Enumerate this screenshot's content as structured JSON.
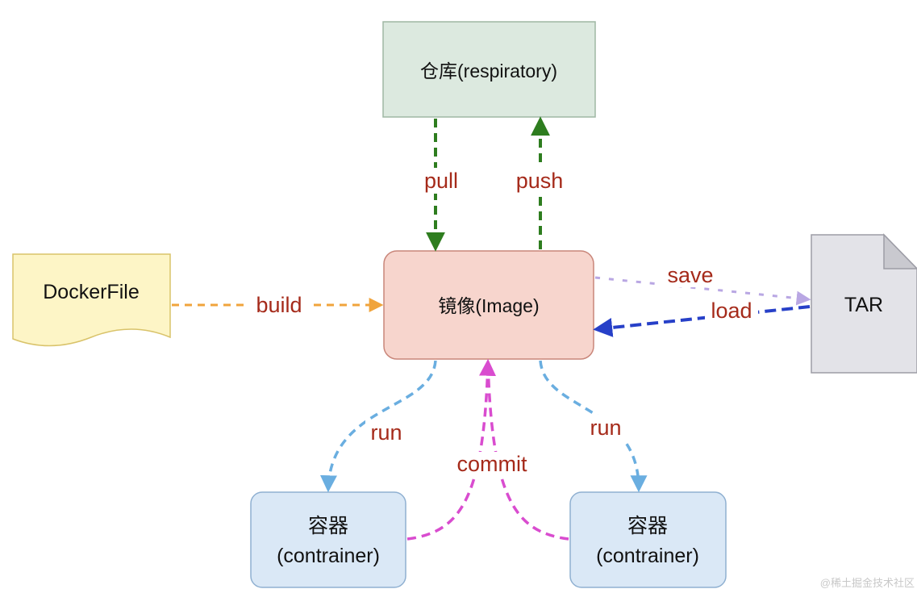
{
  "nodes": {
    "repository": {
      "label": "仓库(respiratory)",
      "fill": "#dce9df",
      "stroke": "#9fb7a4"
    },
    "image": {
      "label": "镜像(Image)",
      "fill": "#f7d5cd",
      "stroke": "#c9867a"
    },
    "dockerfile": {
      "label": "DockerFile",
      "fill": "#fdf5c6",
      "stroke": "#d9c36a"
    },
    "tar": {
      "label": "TAR",
      "fill": "#e3e3e8",
      "stroke": "#9d9da6"
    },
    "container_left": {
      "line1": "容器",
      "line2": "(contrainer)",
      "fill": "#dae8f6",
      "stroke": "#8fb0d1"
    },
    "container_right": {
      "line1": "容器",
      "line2": "(contrainer)",
      "fill": "#dae8f6",
      "stroke": "#8fb0d1"
    }
  },
  "edges": {
    "pull": {
      "label": "pull",
      "color": "#2e7d1f"
    },
    "push": {
      "label": "push",
      "color": "#2e7d1f"
    },
    "build": {
      "label": "build",
      "color": "#f0a43c"
    },
    "save": {
      "label": "save",
      "color": "#b9a7e3"
    },
    "load": {
      "label": "load",
      "color": "#2740c8"
    },
    "run_left": {
      "label": "run",
      "color": "#6aaee0"
    },
    "run_right": {
      "label": "run",
      "color": "#6aaee0"
    },
    "commit": {
      "label": "commit",
      "color": "#d94ccf"
    }
  },
  "watermark": "@稀土掘金技术社区",
  "label_color": "#a52a1a"
}
